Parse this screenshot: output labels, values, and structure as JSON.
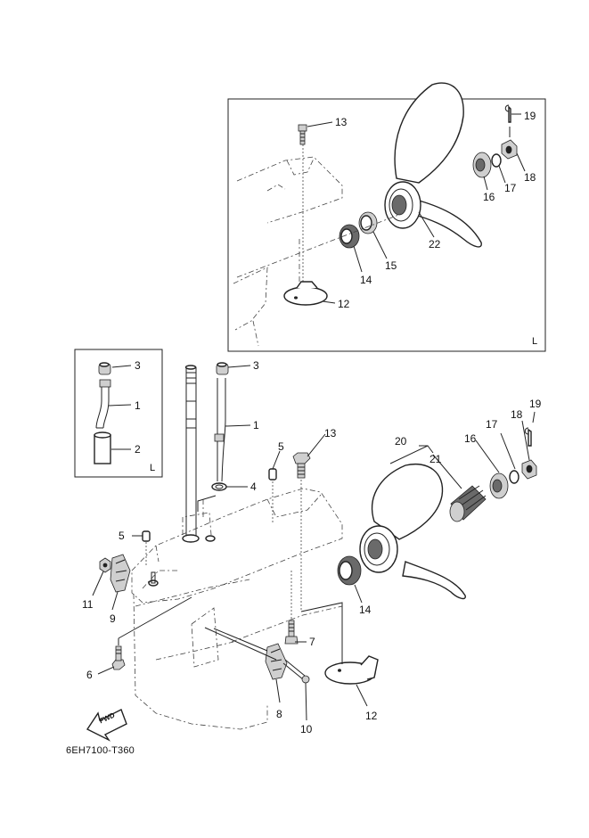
{
  "diagram": {
    "code": "6EH7100-T360",
    "fwd_label": "FWD",
    "box_marks": {
      "upper": "L",
      "small": "L"
    },
    "callouts": {
      "upper": [
        "13",
        "19",
        "18",
        "17",
        "16",
        "22",
        "15",
        "14",
        "12"
      ],
      "small": [
        "3",
        "1",
        "2"
      ],
      "main": [
        "3",
        "1",
        "13",
        "5",
        "4",
        "20",
        "21",
        "16",
        "17",
        "18",
        "19",
        "5",
        "11",
        "9",
        "14",
        "7",
        "6",
        "8",
        "10",
        "12"
      ]
    }
  }
}
